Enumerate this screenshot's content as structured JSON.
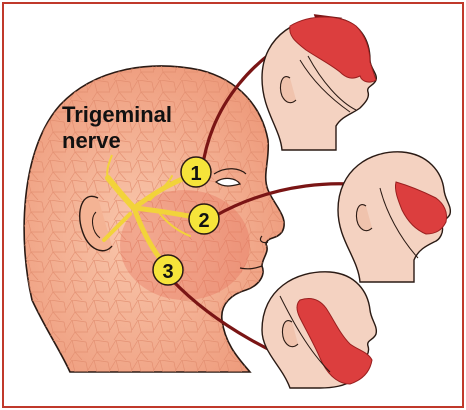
{
  "title_lines": [
    "Trigeminal",
    "nerve"
  ],
  "branches": [
    {
      "number": "1"
    },
    {
      "number": "2"
    },
    {
      "number": "3"
    }
  ],
  "colors": {
    "frame": "#c0392b",
    "head_skin": "#f2a58a",
    "head_skin_light": "#f7c6ae",
    "small_head_skin": "#f4d2c1",
    "nerve": "#f2d33a",
    "badge": "#f6e43a",
    "highlight": "#dc3e3e",
    "arrow": "#7a1515",
    "outline": "#2a1a14"
  }
}
